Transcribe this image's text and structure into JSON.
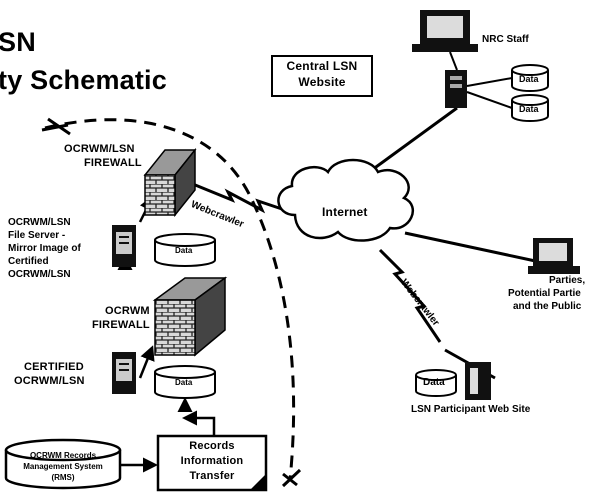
{
  "title": {
    "line1": "SN",
    "line2": "ty Schematic"
  },
  "central_box": {
    "line1": "Central LSN",
    "line2": "Website"
  },
  "nrc": {
    "staff_label": "NRC Staff",
    "data_1": "Data",
    "data_2": "Data"
  },
  "internet": {
    "label": "Internet"
  },
  "webcrawler_1": "Webcrawler",
  "webcrawler_2": "Webcrawler",
  "ocrwm_lsn_firewall": {
    "line1": "OCRWM/LSN",
    "line2": "FIREWALL"
  },
  "file_server": {
    "line1": "OCRWM/LSN",
    "line2": "File Server -",
    "line3": "Mirror Image of",
    "line4": "Certified",
    "line5": "OCRWM/LSN",
    "data": "Data"
  },
  "ocrwm_firewall": {
    "line1": "OCRWM",
    "line2": "FIREWALL"
  },
  "certified": {
    "line1": "CERTIFIED",
    "line2": "OCRWM/LSN",
    "data": "Data"
  },
  "records_system": {
    "line1": "OCRWM Records",
    "line2": "Management System",
    "line3": "(RMS)"
  },
  "records_transfer": {
    "line1": "Records",
    "line2": "Information",
    "line3": "Transfer"
  },
  "parties": {
    "line1": "Parties,",
    "line2": "Potential Partie",
    "line3": "and the Public"
  },
  "lsn_participant": {
    "data": "Data",
    "label": "LSN Participant Web Site"
  }
}
